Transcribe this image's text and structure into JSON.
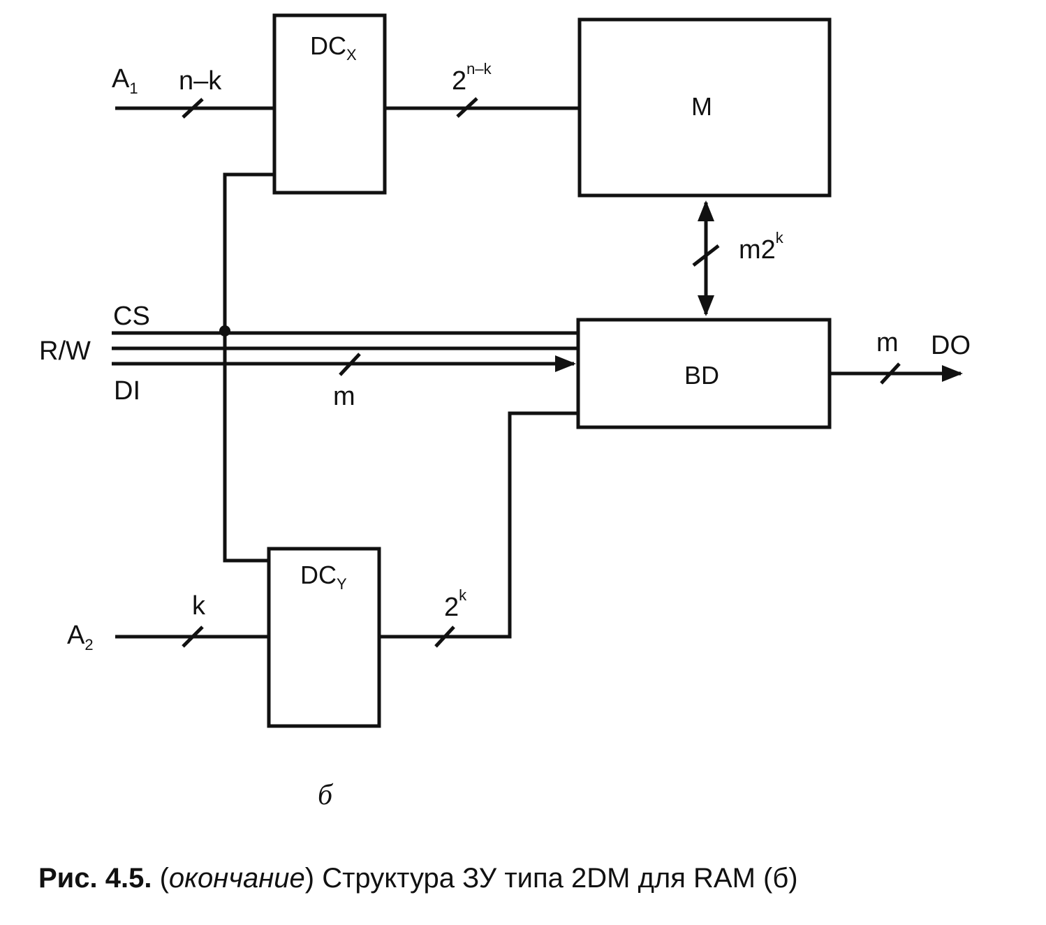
{
  "blocks": {
    "dcx": {
      "label": "DC",
      "sub": "X"
    },
    "dcy": {
      "label": "DC",
      "sub": "Y"
    },
    "m": {
      "label": "M"
    },
    "bd": {
      "label": "BD"
    }
  },
  "signals": {
    "a1": {
      "label": "A",
      "sub": "1",
      "width": "n–k"
    },
    "a2": {
      "label": "A",
      "sub": "2",
      "width": "k"
    },
    "dcx_out": {
      "base": "2",
      "sup": "n–k"
    },
    "dcy_out": {
      "base": "2",
      "sup": "k"
    },
    "m_bd": {
      "base": "m2",
      "sup": "k"
    },
    "cs": "CS",
    "rw": "R/W",
    "di": "DI",
    "di_width": "m",
    "do": "DO",
    "do_width": "m"
  },
  "panel_label": "б",
  "caption": {
    "number": "Рис. 4.5.",
    "open_paren": "(",
    "note": "окончание",
    "close_paren": ")",
    "text": "Структура ЗУ типа 2DM для RAM (б)"
  }
}
